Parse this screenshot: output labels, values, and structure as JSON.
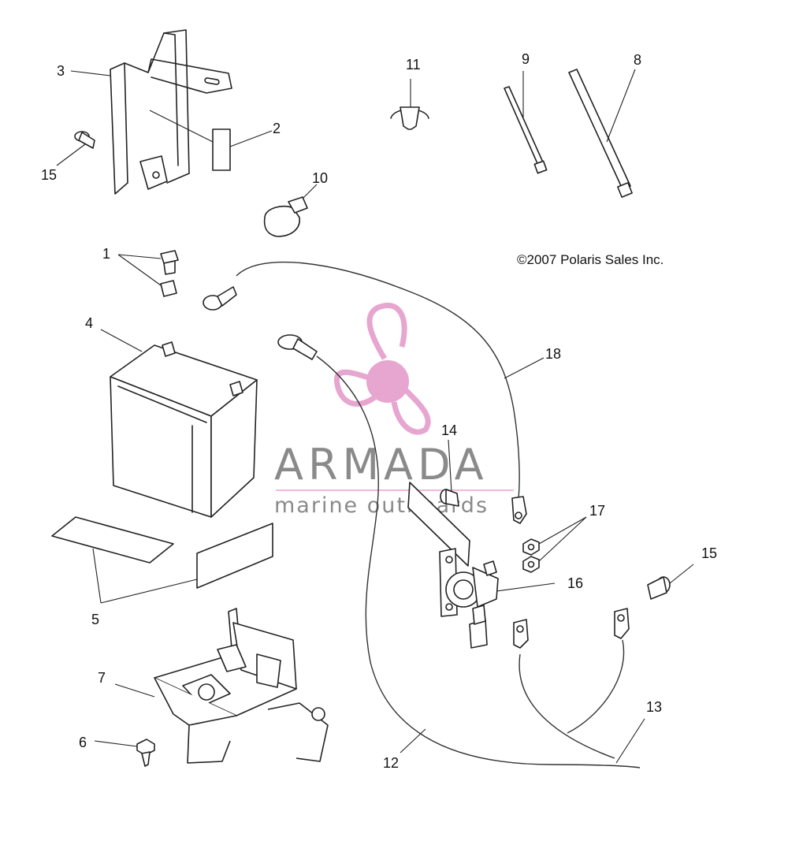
{
  "copyright": "©2007 Polaris Sales Inc.",
  "watermark": {
    "brand": "ARMADA",
    "tagline": "marine outboards",
    "accent_color": "#e7a6cf",
    "line_color": "#f2b6da",
    "text_color": "#8a8a8a"
  },
  "callouts": {
    "c1": "1",
    "c2": "2",
    "c3": "3",
    "c4": "4",
    "c5": "5",
    "c6": "6",
    "c7": "7",
    "c8": "8",
    "c9": "9",
    "c10": "10",
    "c11": "11",
    "c12": "12",
    "c13": "13",
    "c14": "14",
    "c15a": "15",
    "c15b": "15",
    "c16": "16",
    "c17": "17",
    "c18": "18"
  }
}
